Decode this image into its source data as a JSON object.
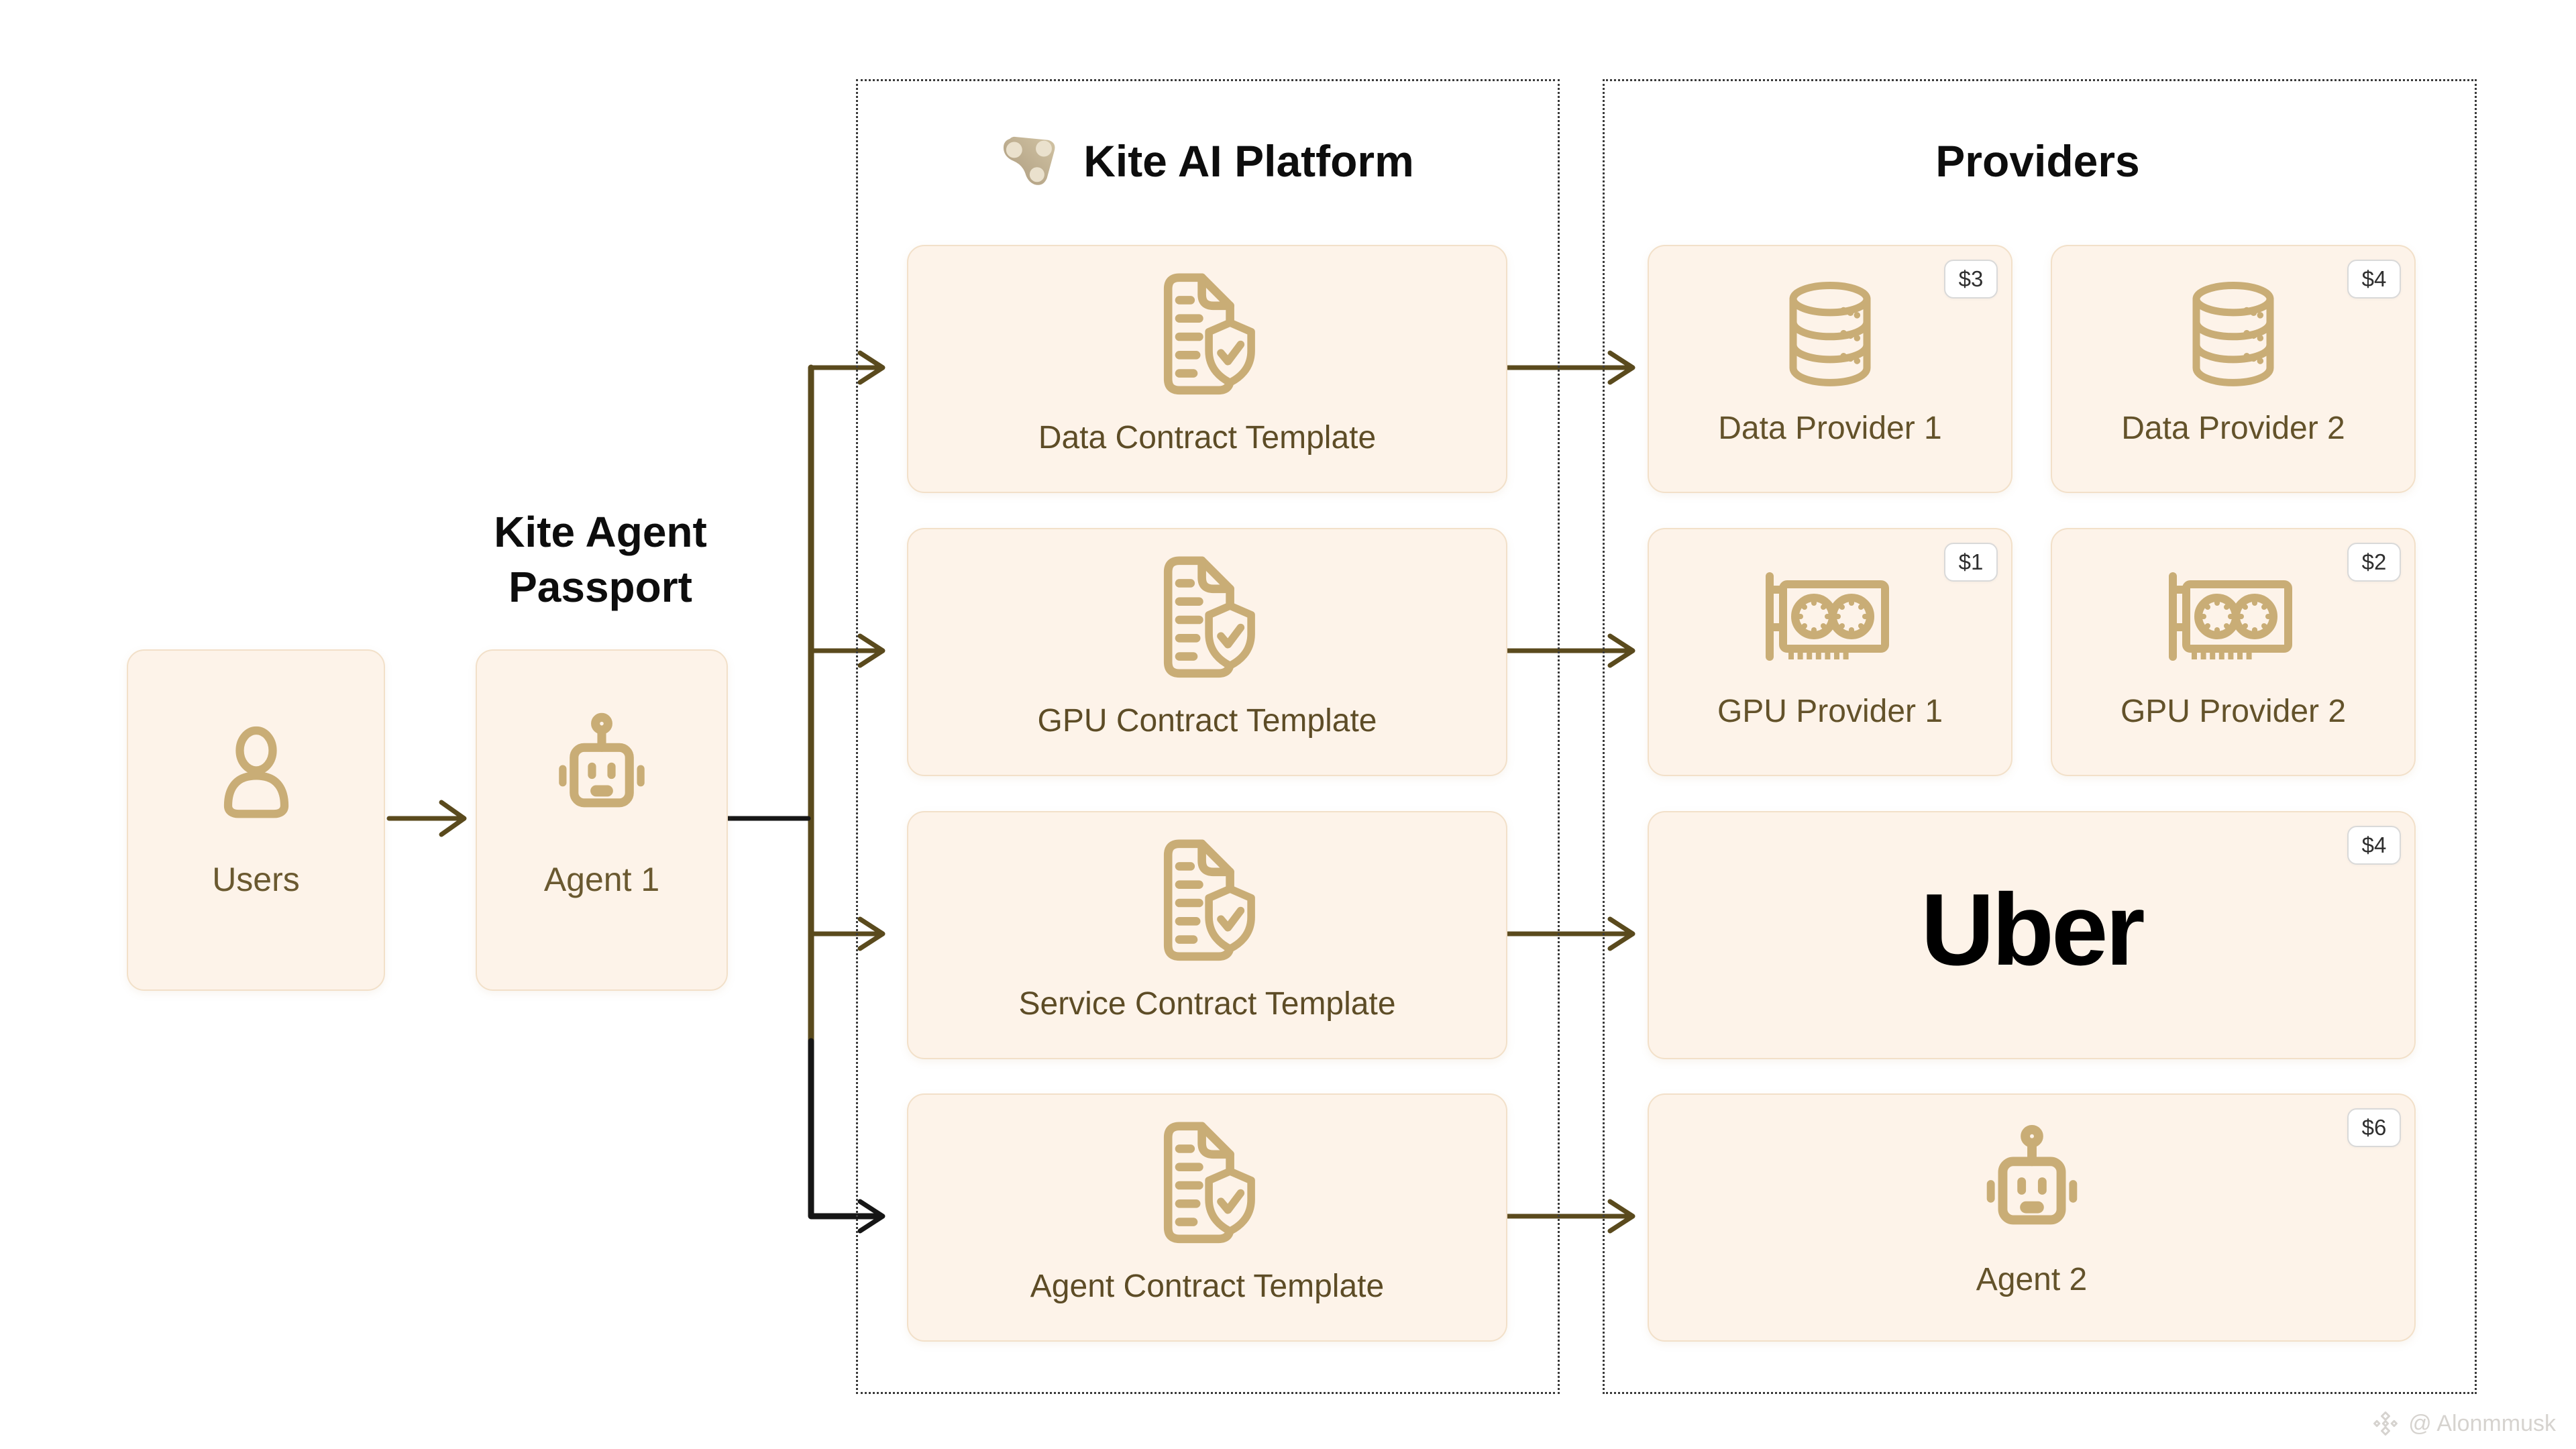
{
  "diagram": {
    "passport_heading": "Kite Agent Passport",
    "users_label": "Users",
    "agent1_label": "Agent 1",
    "platform": {
      "title": "Kite AI Platform",
      "contracts": [
        "Data Contract Template",
        "GPU Contract Template",
        "Service Contract Template",
        "Agent Contract Template"
      ]
    },
    "providers": {
      "title": "Providers",
      "items": [
        {
          "label": "Data Provider 1",
          "price": "$3",
          "icon": "database-icon"
        },
        {
          "label": "Data Provider 2",
          "price": "$4",
          "icon": "database-icon"
        },
        {
          "label": "GPU Provider 1",
          "price": "$1",
          "icon": "gpu-icon"
        },
        {
          "label": "GPU Provider 2",
          "price": "$2",
          "icon": "gpu-icon"
        },
        {
          "label": "Uber",
          "price": "$4",
          "icon": "uber-wordmark"
        },
        {
          "label": "Agent 2",
          "price": "$6",
          "icon": "robot-icon"
        }
      ]
    },
    "watermark": "@ Alonmmusk",
    "colors": {
      "card_bg": "#fdf3e9",
      "card_border": "#f2e0c9",
      "icon_tan": "#c9ad76",
      "label_brown": "#63522a",
      "arrow_olive": "#5a4a1d",
      "arrow_black": "#161616",
      "heading_black": "#0d0d0d",
      "badge_border": "#d9d9d9",
      "watermark_gray": "#d6d3cf"
    }
  }
}
